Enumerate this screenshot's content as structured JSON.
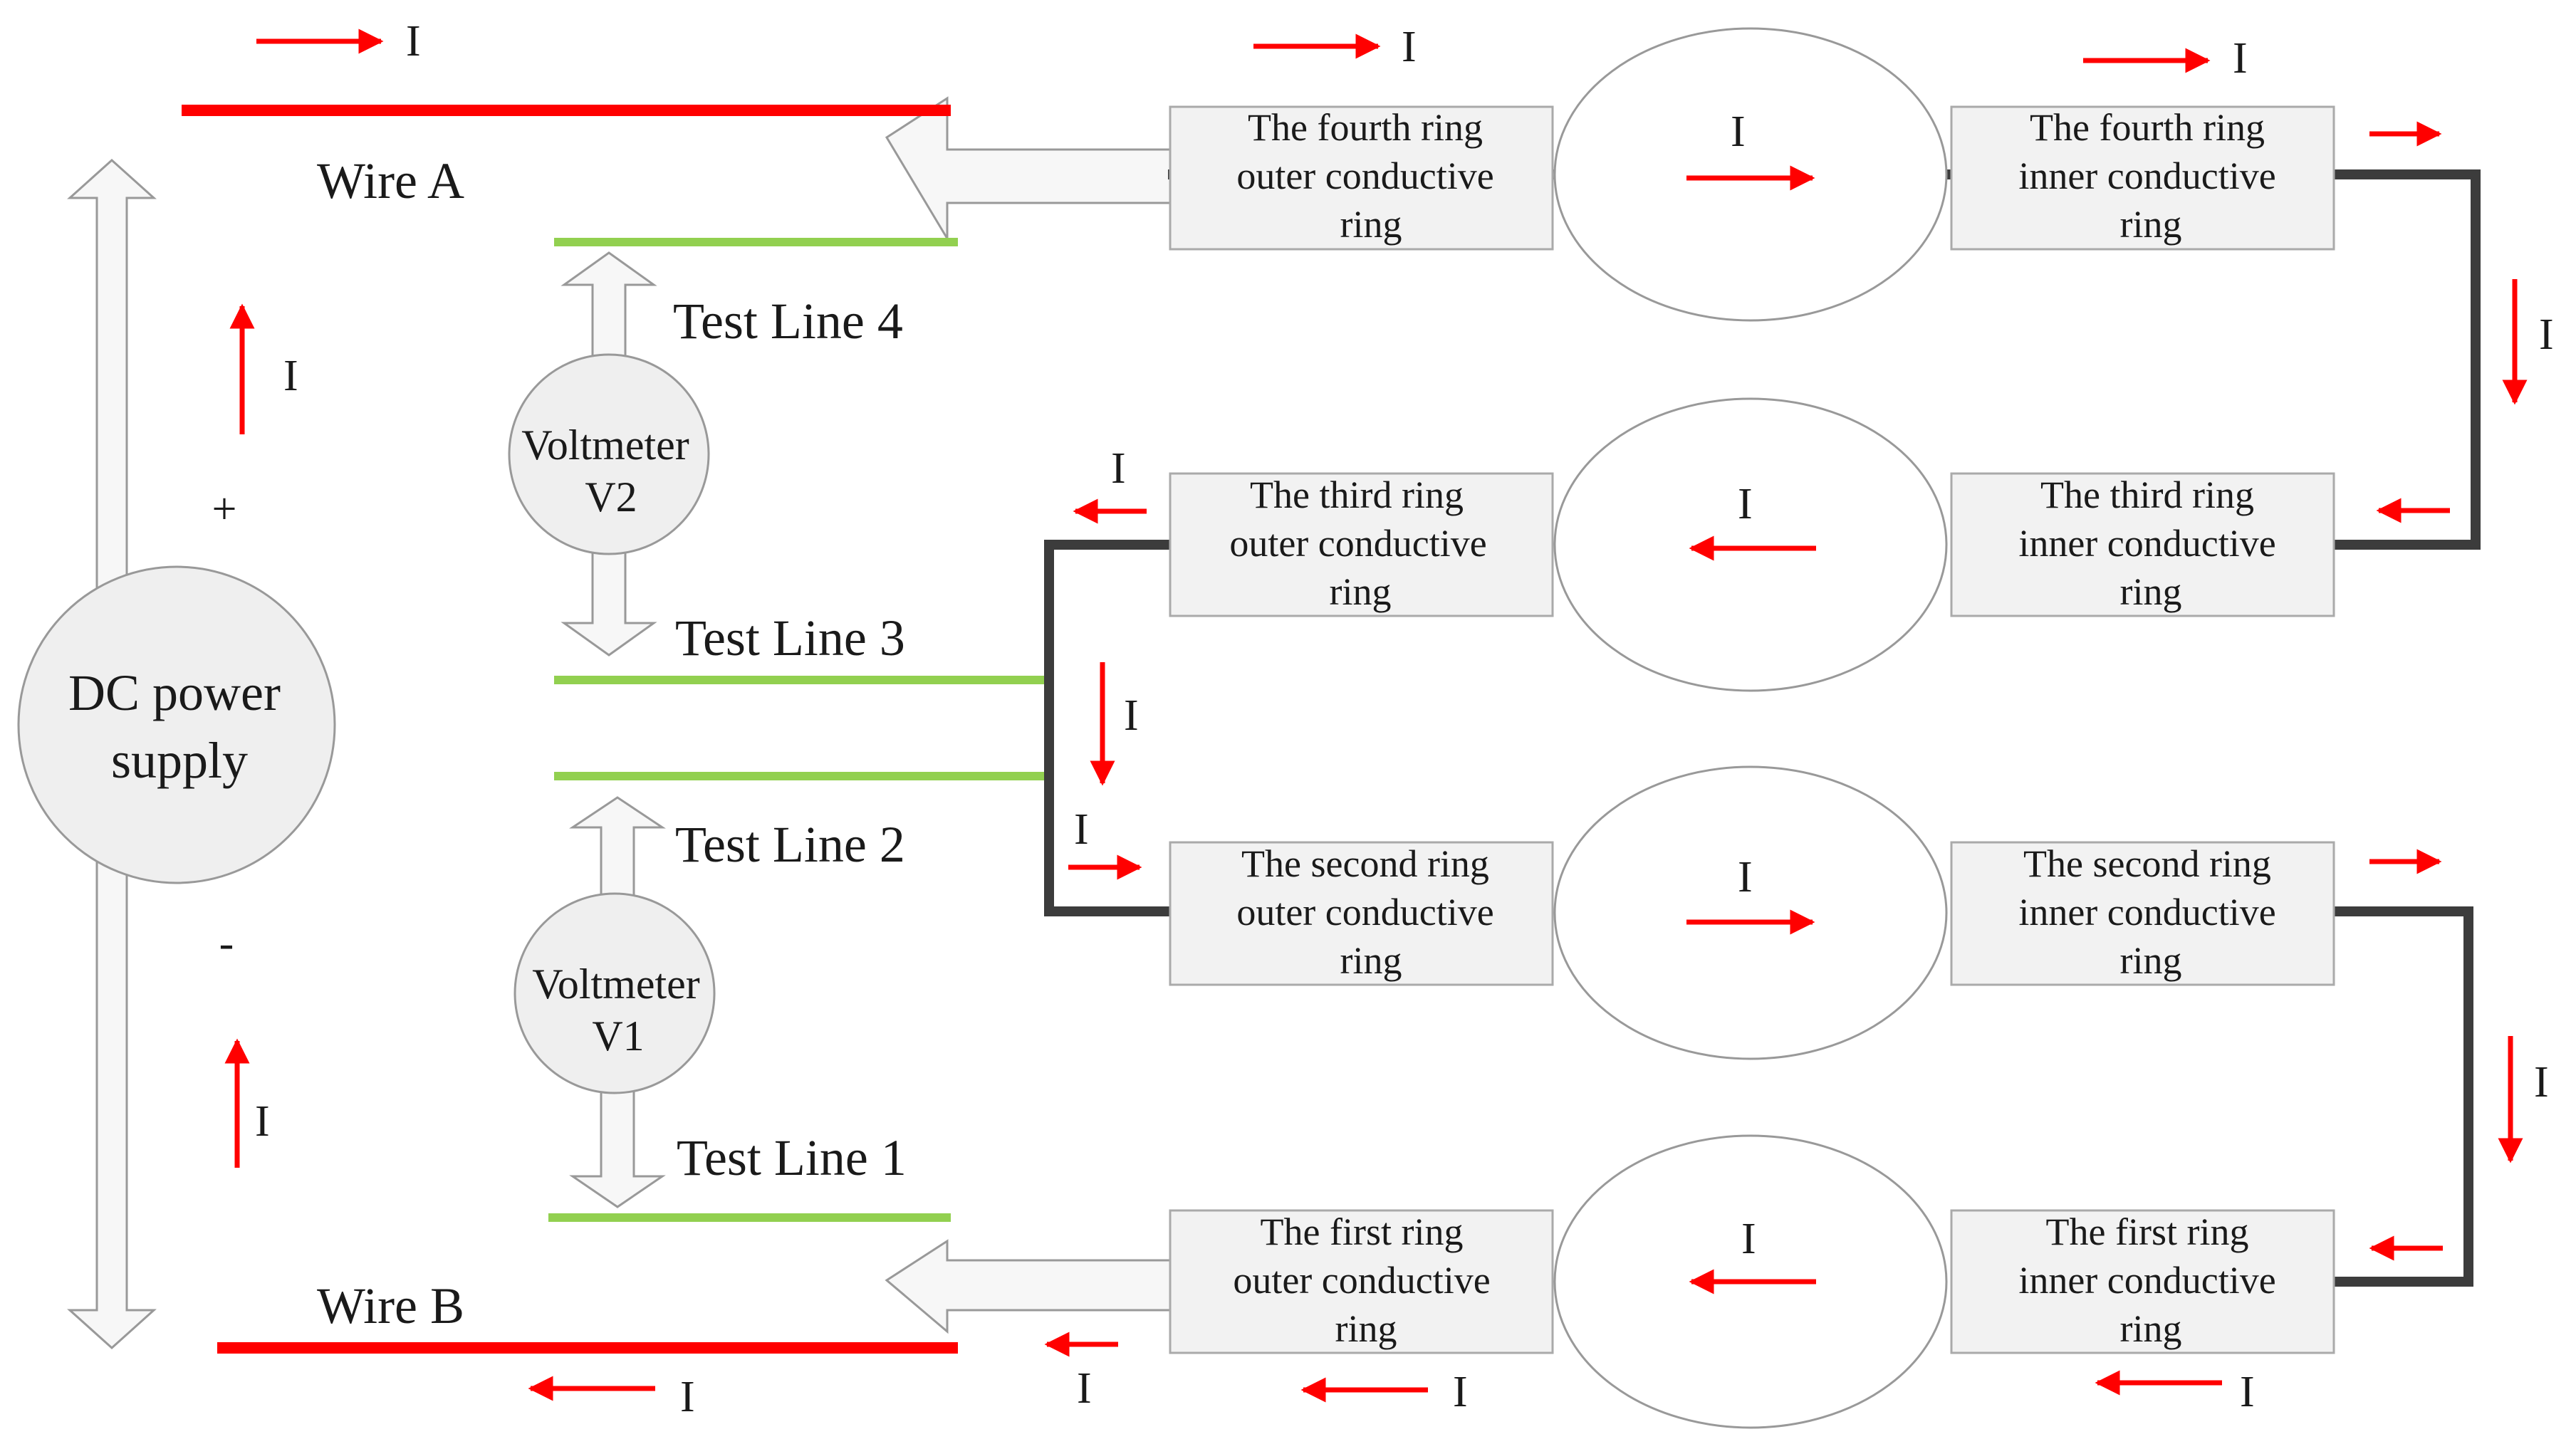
{
  "power": {
    "label_line1": "DC power",
    "label_line2": "supply",
    "plus": "+",
    "minus": "-"
  },
  "wires": {
    "a": "Wire A",
    "b": "Wire B"
  },
  "test_lines": {
    "line1": "Test Line 1",
    "line2": "Test Line 2",
    "line3": "Test Line 3",
    "line4": "Test Line 4"
  },
  "voltmeters": {
    "v1": {
      "line1": "Voltmeter",
      "line2": "V1"
    },
    "v2": {
      "line1": "Voltmeter",
      "line2": "V2"
    }
  },
  "rings": {
    "fourth_outer": [
      "The fourth ring",
      "outer conductive",
      "ring"
    ],
    "fourth_inner": [
      "The fourth ring",
      "inner conductive",
      "ring"
    ],
    "third_outer": [
      "The  third ring",
      "outer conductive",
      "ring"
    ],
    "third_inner": [
      "The third ring",
      "inner conductive",
      "ring"
    ],
    "second_outer": [
      "The second ring",
      "outer conductive",
      "ring"
    ],
    "second_inner": [
      "The second ring",
      "inner conductive",
      "ring"
    ],
    "first_outer": [
      "The first ring",
      "outer conductive",
      "ring"
    ],
    "first_inner": [
      "The first ring",
      "inner conductive",
      "ring"
    ]
  },
  "current_symbol": "I",
  "colors": {
    "wire": "#ff0000",
    "test_line": "#92d050",
    "jumper": "#3c3c3c",
    "arrow": "#ff0000"
  }
}
